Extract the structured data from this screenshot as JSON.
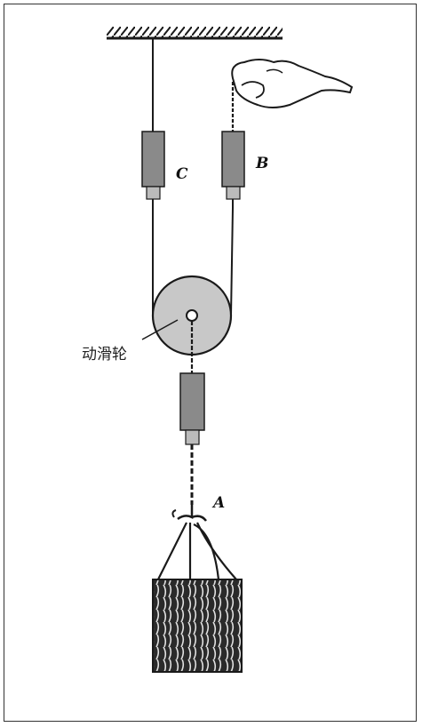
{
  "labels": {
    "c": "C",
    "b": "B",
    "a": "A",
    "pulley": "动滑轮"
  },
  "colors": {
    "ink": "#1a1a1a",
    "pulley_fill": "#c8c8c8",
    "meter_fill": "#8a8a8a"
  }
}
